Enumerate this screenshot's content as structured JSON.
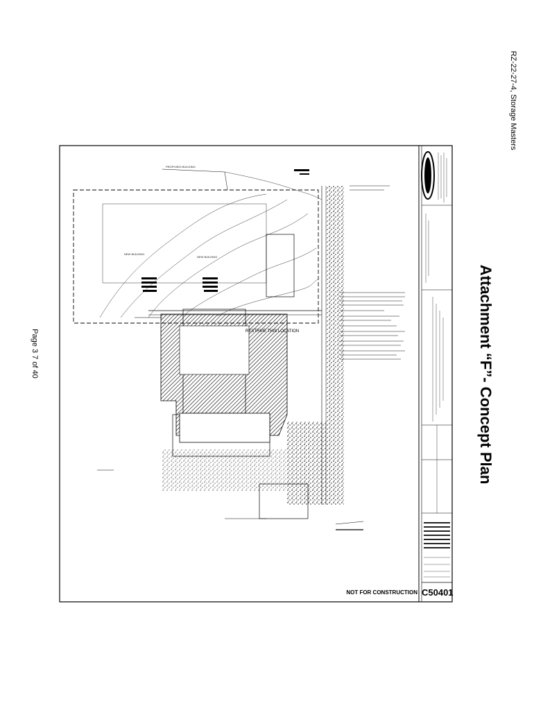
{
  "header": {
    "reference": "RZ-22-27-4, Storage Masters"
  },
  "title": {
    "text": "Attachment “F”- Concept Plan"
  },
  "plan": {
    "stamp": "NOT FOR CONSTRUCTION",
    "sheet_number": "C50401",
    "note": "RESTRIPE THIS LOCATION"
  },
  "footer": {
    "page": "Page 3 7 of 40"
  }
}
